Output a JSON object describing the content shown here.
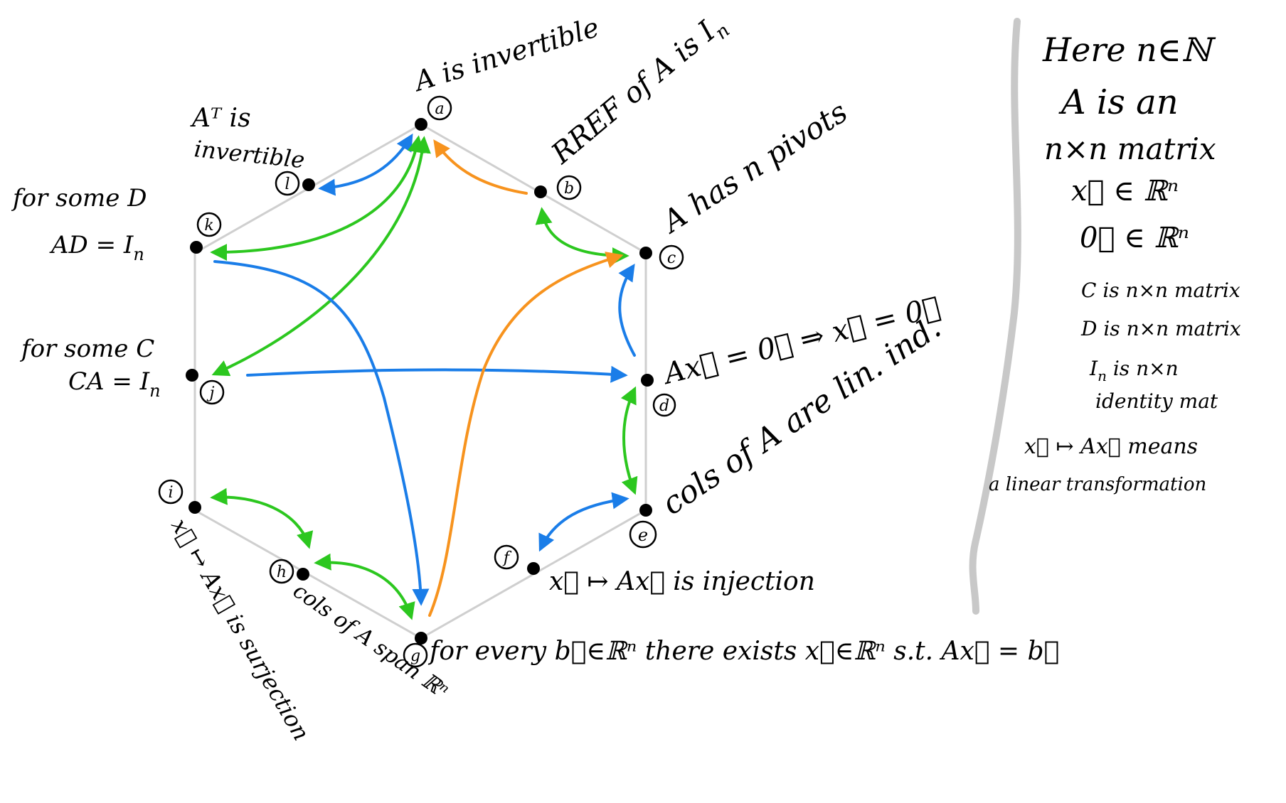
{
  "colors": {
    "blue": "#1a7de8",
    "green": "#2cc71f",
    "orange": "#f7931e",
    "hexagon": "#cfcfcf",
    "divider": "#c8c8c8",
    "ink": "#000000"
  },
  "nodes": [
    {
      "id": "a",
      "circle_label": "a",
      "statement": "A is invertible"
    },
    {
      "id": "b",
      "circle_label": "b",
      "statement": "RREF of A is I",
      "statement_sub": "n"
    },
    {
      "id": "c",
      "circle_label": "c",
      "statement": "A has n pivots"
    },
    {
      "id": "d",
      "circle_label": "d",
      "statement": "Ax⃗ = 0⃗  ⇒  x⃗ = 0⃗"
    },
    {
      "id": "e",
      "circle_label": "e",
      "statement": "cols of A are lin. ind."
    },
    {
      "id": "f",
      "circle_label": "f",
      "statement": "x⃗ ↦ Ax⃗  is  injection"
    },
    {
      "id": "g",
      "circle_label": "g",
      "statement": "for every b⃗∈ℝⁿ there exists x⃗∈ℝⁿ s.t. Ax⃗ = b⃗"
    },
    {
      "id": "h",
      "circle_label": "h",
      "statement": "cols of A span ℝⁿ"
    },
    {
      "id": "i",
      "circle_label": "i",
      "statement": "x⃗ ↦ Ax⃗  is surjection"
    },
    {
      "id": "j",
      "circle_label": "j",
      "statement": "for some C",
      "statement_line2": "CA = I",
      "statement_sub": "n"
    },
    {
      "id": "k",
      "circle_label": "k",
      "statement": "for some D",
      "statement_line2": "AD = I",
      "statement_sub": "n"
    },
    {
      "id": "l",
      "circle_label": "l",
      "statement": "Aᵀ is",
      "statement_line2": "invertible"
    }
  ],
  "legend": {
    "line1": "Here  n∈ℕ",
    "line2": "A  is  an",
    "line3": "n×n matrix",
    "line4": "x⃗ ∈ ℝⁿ",
    "line5": "0⃗ ∈ ℝⁿ",
    "line6": "C is n×n matrix",
    "line7": "D is n×n matrix",
    "line8": "I",
    "line8_sub": "n",
    "line8_rest": " is n×n",
    "line9": "identity mat",
    "line10": "x⃗ ↦ Ax⃗  means",
    "line11": "a linear transformation"
  }
}
